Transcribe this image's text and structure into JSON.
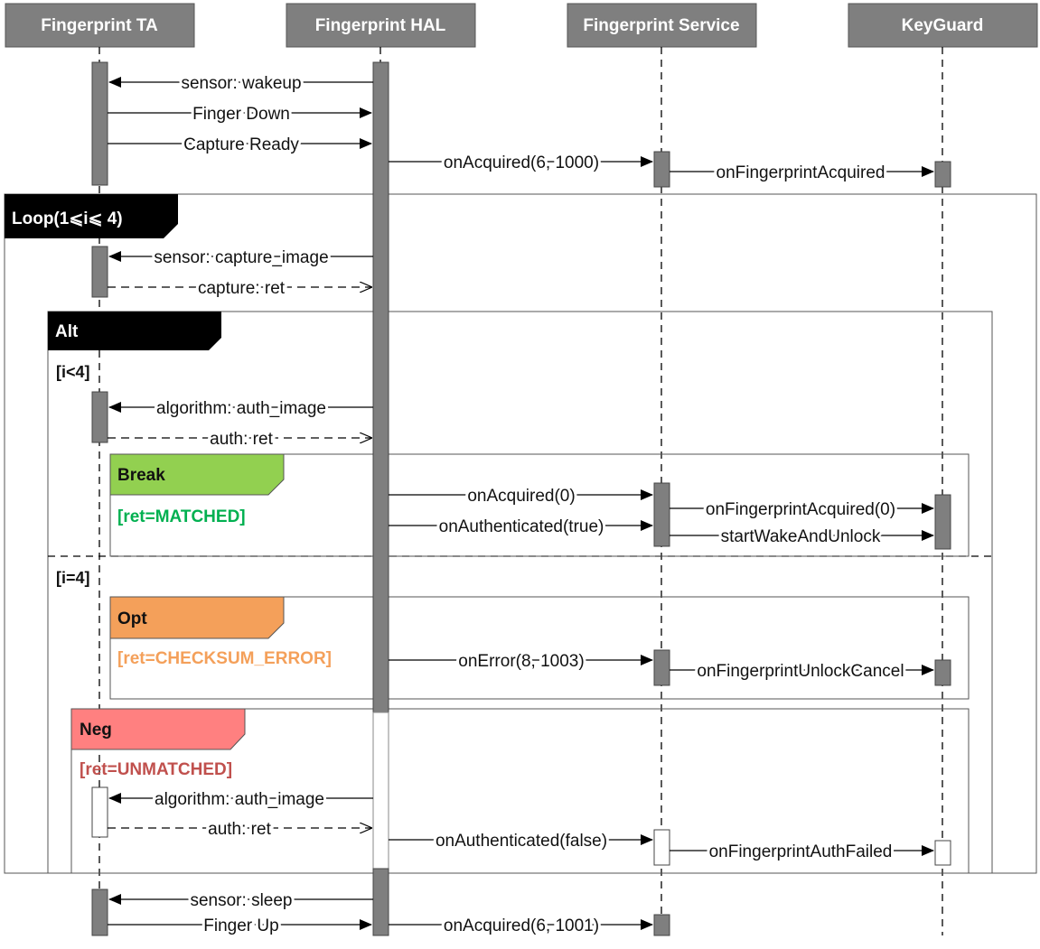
{
  "participants": [
    {
      "id": "ta",
      "label": "Fingerprint TA"
    },
    {
      "id": "hal",
      "label": "Fingerprint HAL"
    },
    {
      "id": "svc",
      "label": "Fingerprint Service"
    },
    {
      "id": "kg",
      "label": "KeyGuard"
    }
  ],
  "frames": {
    "loop": {
      "label": "Loop(1⩽i⩽ 4)"
    },
    "alt": {
      "label": "Alt",
      "guard_first": "[i<4]",
      "guard_second": "[i=4]"
    },
    "break": {
      "label": "Break",
      "condition": "[ret=MATCHED]",
      "color": "#92d050",
      "cond_color": "#00b050"
    },
    "opt": {
      "label": "Opt",
      "condition": "[ret=CHECKSUM_ERROR]",
      "color": "#f4a05a",
      "cond_color": "#f4a05a"
    },
    "neg": {
      "label": "Neg",
      "condition": "[ret=UNMATCHED]",
      "color": "#ff8080",
      "cond_color": "#c0504d"
    }
  },
  "messages": [
    {
      "id": "m1",
      "label": "sensor: wakeup"
    },
    {
      "id": "m2",
      "label": "Finger Down"
    },
    {
      "id": "m3",
      "label": "Capture Ready"
    },
    {
      "id": "m4",
      "label": "onAcquired(6, 1000)"
    },
    {
      "id": "m5",
      "label": "onFingerprintAcquired"
    },
    {
      "id": "m6",
      "label": "sensor: capture_image"
    },
    {
      "id": "m7",
      "label": "capture: ret"
    },
    {
      "id": "m8",
      "label": "algorithm: auth_image"
    },
    {
      "id": "m9",
      "label": "auth: ret"
    },
    {
      "id": "m10",
      "label": "onAcquired(0)"
    },
    {
      "id": "m11",
      "label": "onFingerprintAcquired(0)"
    },
    {
      "id": "m12",
      "label": "onAuthenticated(true)"
    },
    {
      "id": "m13",
      "label": "startWakeAndUnlock"
    },
    {
      "id": "m14",
      "label": "onError(8, 1003)"
    },
    {
      "id": "m15",
      "label": "onFingerprintUnlockCancel"
    },
    {
      "id": "m16",
      "label": "algorithm: auth_image"
    },
    {
      "id": "m17",
      "label": "auth: ret"
    },
    {
      "id": "m18",
      "label": "onAuthenticated(false)"
    },
    {
      "id": "m19",
      "label": "onFingerprintAuthFailed"
    },
    {
      "id": "m20",
      "label": "sensor: sleep"
    },
    {
      "id": "m21",
      "label": "Finger Up"
    },
    {
      "id": "m22",
      "label": "onAcquired(6, 1001)"
    }
  ],
  "colors": {
    "header_fill": "#7f7f7f",
    "activation_fill": "#7f7f7f",
    "loop_label_bg": "#000000",
    "alt_label_bg": "#000000"
  }
}
